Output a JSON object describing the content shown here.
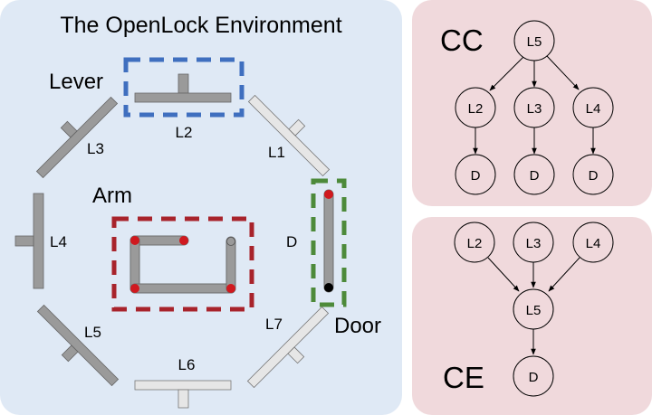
{
  "environment": {
    "title": "The OpenLock Environment",
    "labels": {
      "lever": "Lever",
      "arm": "Arm",
      "door": "Door",
      "door_short": "D"
    },
    "levers": [
      {
        "id": "L1",
        "state": "inactive"
      },
      {
        "id": "L2",
        "state": "active"
      },
      {
        "id": "L3",
        "state": "active"
      },
      {
        "id": "L4",
        "state": "active"
      },
      {
        "id": "L5",
        "state": "active"
      },
      {
        "id": "L6",
        "state": "inactive"
      },
      {
        "id": "L7",
        "state": "inactive"
      }
    ],
    "colors": {
      "panel_bg": "#dfe9f5",
      "lever_active": "#9a9a9a",
      "lever_inactive": "#e6e6e6",
      "lever_highlight": "#3f6fbf",
      "arm_highlight": "#a8232b",
      "door_highlight": "#4d8a3a",
      "joint": "#d0191f"
    }
  },
  "graphs": {
    "cc": {
      "label": "CC",
      "nodes": [
        "L5",
        "L2",
        "L3",
        "L4",
        "D",
        "D",
        "D"
      ],
      "edges": [
        [
          "L5",
          "L2"
        ],
        [
          "L5",
          "L3"
        ],
        [
          "L5",
          "L4"
        ],
        [
          "L2",
          "D"
        ],
        [
          "L3",
          "D"
        ],
        [
          "L4",
          "D"
        ]
      ]
    },
    "ce": {
      "label": "CE",
      "nodes": [
        "L2",
        "L3",
        "L4",
        "L5",
        "D"
      ],
      "edges": [
        [
          "L2",
          "L5"
        ],
        [
          "L3",
          "L5"
        ],
        [
          "L4",
          "L5"
        ],
        [
          "L5",
          "D"
        ]
      ]
    },
    "colors": {
      "panel_bg": "#f0d9dc"
    }
  }
}
